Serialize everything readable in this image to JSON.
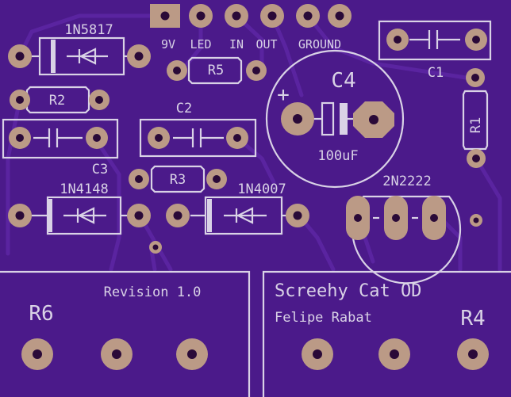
{
  "colors": {
    "board": "#4b1a8a",
    "trace": "#5a24a0",
    "silkscreen": "#d9d2e6",
    "copper_pad": "#bb9a86",
    "drill_hole": "#2a0a38"
  },
  "header_pins": {
    "labels": [
      "9V",
      "LED",
      "IN",
      "OUT",
      "GROUND"
    ]
  },
  "components": {
    "d_1n5817": "1N5817",
    "r2": "R2",
    "r5": "R5",
    "c4": "C4",
    "c4_plus": "+",
    "c4_value": "100uF",
    "c1": "C1",
    "r1": "R1",
    "c2": "C2",
    "c3": "C3",
    "r3": "R3",
    "d_1n4148": "1N4148",
    "d_1n4007": "1N4007",
    "q_2n2222": "2N2222",
    "r6": "R6",
    "r4": "R4"
  },
  "texts": {
    "revision": "Revision 1.0",
    "title": "Screehy Cat OD",
    "author": "Felipe Rabat"
  }
}
